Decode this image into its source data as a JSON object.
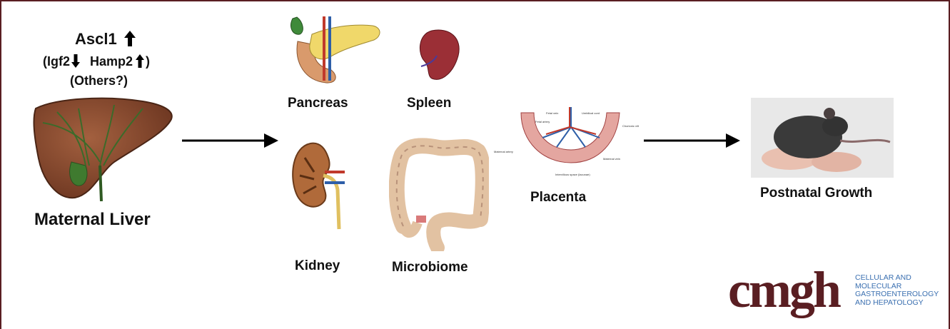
{
  "liver": {
    "gene_line1": "Ascl1",
    "gene_igf2": "(Igf2",
    "gene_hamp2": "Hamp2",
    "gene_close": ")",
    "gene_others": "(Others?)",
    "label": "Maternal Liver"
  },
  "organs": {
    "pancreas": "Pancreas",
    "spleen": "Spleen",
    "kidney": "Kidney",
    "microbiome": "Microbiome"
  },
  "placenta": {
    "label": "Placenta",
    "annotations": [
      "Fetal vein",
      "Umbilical cord",
      "Fetal artery",
      "Chorionic villus",
      "Maternal artery",
      "Maternal vein",
      "Intervillous space (lacunae)"
    ]
  },
  "outcome": {
    "label": "Postnatal Growth"
  },
  "logo": {
    "wordmark": "cmgh",
    "lines": [
      "CELLULAR AND",
      "MOLECULAR",
      "GASTROENTEROLOGY",
      "AND HEPATOLOGY"
    ],
    "wordmark_color": "#5a1e22",
    "text_color": "#3a6fb0"
  },
  "colors": {
    "border": "#5a1e22",
    "arrow": "#000000"
  }
}
